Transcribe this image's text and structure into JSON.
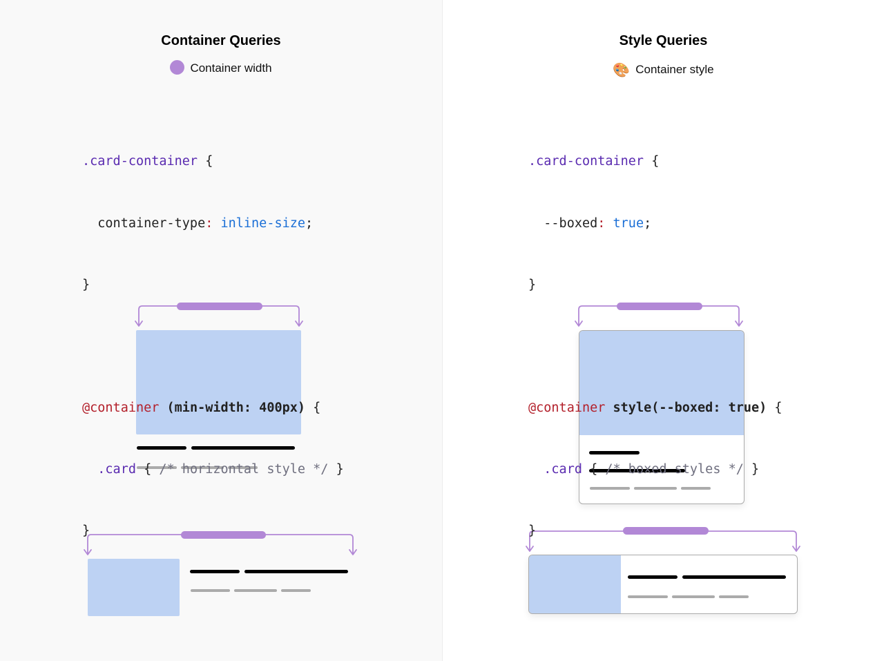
{
  "left": {
    "title": "Container Queries",
    "legend": "Container width",
    "code": {
      "l1_sel": ".card-container",
      "l1_brace": " {",
      "l2_prop": "  container-type",
      "l2_colon": ":",
      "l2_val": " inline-size",
      "l2_end": ";",
      "l3": "}",
      "l4_kw": "@container",
      "l4_cond": " (min-width: 400px)",
      "l4_brace": " {",
      "l5_sel": "  .card",
      "l5_open": " { ",
      "l5_cm": "/* horizontal style */",
      "l5_close": " }",
      "l6": "}"
    }
  },
  "right": {
    "title": "Style Queries",
    "legend": "Container style",
    "legend_icon": "🎨",
    "code": {
      "l1_sel": ".card-container",
      "l1_brace": " {",
      "l2_prop": "  --boxed",
      "l2_colon": ":",
      "l2_val": " true",
      "l2_end": ";",
      "l3": "}",
      "l4_kw": "@container",
      "l4_cond": " style(--boxed: true)",
      "l4_brace": " {",
      "l5_sel": "  .card",
      "l5_open": " { ",
      "l5_cm": "/* boxed styles */",
      "l5_close": " }",
      "l6": "}"
    }
  },
  "colors": {
    "accent": "#b288d6",
    "image": "#bdd2f3",
    "text_bar": "#000000",
    "meta_bar": "#ababab"
  }
}
